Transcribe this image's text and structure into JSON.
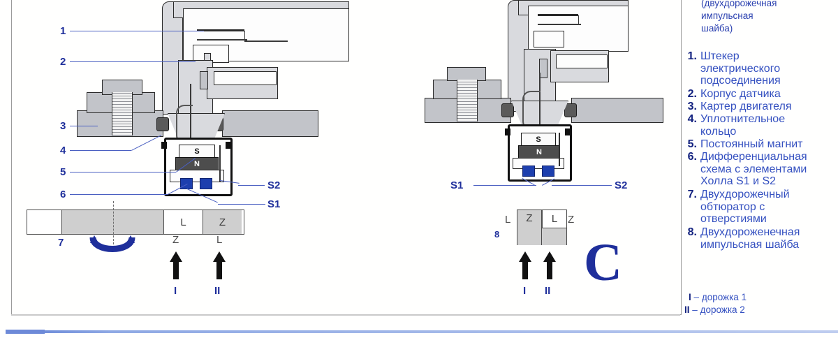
{
  "document": {
    "language": "ru",
    "accent_color": "#2b41b0",
    "dark_blue": "#13227f"
  },
  "figure_left": {
    "callouts": [
      {
        "id": "1",
        "label": "1"
      },
      {
        "id": "2",
        "label": "2"
      },
      {
        "id": "3",
        "label": "3"
      },
      {
        "id": "4",
        "label": "4"
      },
      {
        "id": "5",
        "label": "5"
      },
      {
        "id": "6",
        "label": "6"
      }
    ],
    "sensor_labels": {
      "s2": "S2",
      "s1": "S1"
    },
    "magnet": {
      "north": "N",
      "south": "S"
    },
    "impulse_strip": {
      "number": "7",
      "cells": [
        {
          "text": "",
          "shaded": false
        },
        {
          "text": "",
          "shaded": true
        },
        {
          "text": "",
          "shaded": true
        },
        {
          "text": "L",
          "shaded": false
        },
        {
          "text": "Z",
          "shaded": true
        }
      ],
      "under_labels": [
        "Z",
        "L"
      ],
      "track_marks": [
        "I",
        "II"
      ]
    }
  },
  "figure_right": {
    "sensor_labels": {
      "s1": "S1",
      "s2": "S2"
    },
    "magnet": {
      "north": "N",
      "south": "S"
    },
    "wheel": {
      "number": "8",
      "outer_left": "L",
      "outer_right": "Z",
      "cells": [
        {
          "text": "Z",
          "shaded": true
        },
        {
          "text": "L",
          "shaded": false
        }
      ],
      "track_marks": [
        "I",
        "II"
      ],
      "rotation_glyph": "C"
    }
  },
  "legend": {
    "lead_in": [
      "(двухдорожечная",
      "импульсная",
      "шайба)"
    ],
    "items": [
      {
        "num": "1.",
        "text": "Штекер электрического подсоединения"
      },
      {
        "num": "2.",
        "text": "Корпус датчика"
      },
      {
        "num": "3.",
        "text": "Картер двигателя"
      },
      {
        "num": "4.",
        "text": "Уплотнительное кольцо"
      },
      {
        "num": "5.",
        "text": "Постоянный магнит"
      },
      {
        "num": "6.",
        "text": "Дифференциальная схема с элементами Холла S1 и S2"
      },
      {
        "num": "7.",
        "text": "Двухдорожечный обтюратор с отверстиями"
      },
      {
        "num": "8.",
        "text": "Двухдороженечная импульсная шайба"
      }
    ],
    "tracks": [
      {
        "mark": "I",
        "dash": "–",
        "text": "дорожка 1"
      },
      {
        "mark": "II",
        "dash": "–",
        "text": "дорожка 2"
      }
    ]
  }
}
